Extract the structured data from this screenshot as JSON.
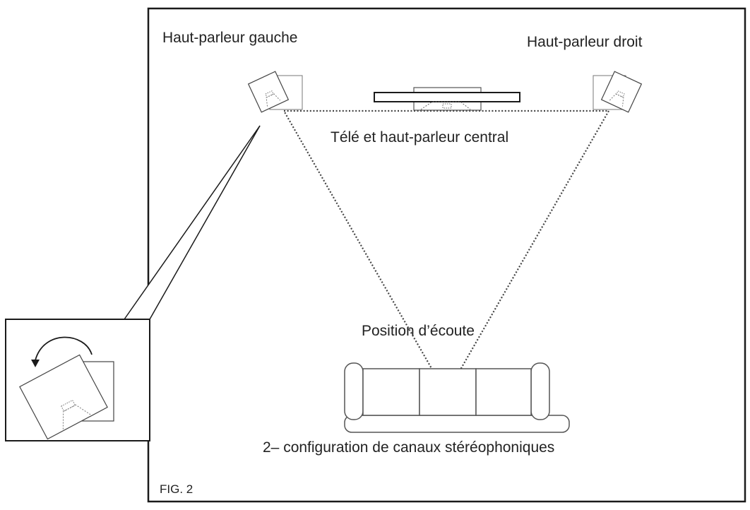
{
  "diagram": {
    "labels": {
      "left_speaker": "Haut-parleur gauche",
      "right_speaker": "Haut-parleur droit",
      "tv_center": "Télé et haut-parleur central",
      "listening_position": "Position d’écoute",
      "caption": "2– configuration de canaux stéréophoniques",
      "figure_number": "FIG. 2"
    },
    "colors": {
      "line": "#1a1a1a",
      "dotted": "#444444",
      "text": "#222222",
      "background": "#ffffff"
    },
    "icons": {
      "rotation_arrow": "curved-arrow-icon"
    }
  }
}
